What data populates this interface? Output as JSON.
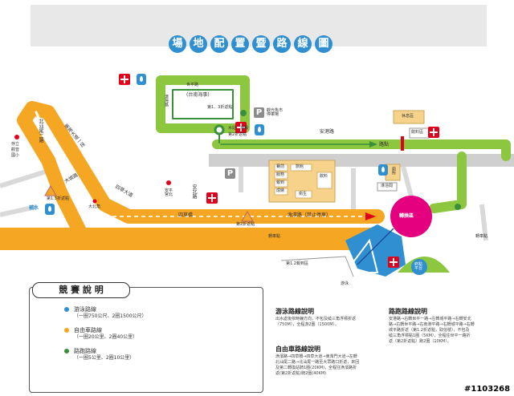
{
  "title": "場地配置暨路線圖",
  "title_chars": [
    "場",
    "地",
    "配",
    "置",
    "暨",
    "路",
    "線",
    "圖"
  ],
  "colors": {
    "swim": "#2f8fd0",
    "bike": "#f5a623",
    "run": "#8dc63f",
    "run_dark": "#3a8f3a",
    "medical": "#e2001a",
    "transition": "#e4007f"
  },
  "places": {
    "swim_loop_top": "世平路",
    "swim_loop_inner": "(台南海事)",
    "swim_loop_left": "港灣路",
    "swim_turn": "第1、3折返點",
    "aid_station": "觀光魚市\n停車場",
    "turn2": "第2折返點",
    "water_sea": "水站、海鳴",
    "an_gang_road": "安港路",
    "turnaround_point": "路點",
    "rest_area": "休息區",
    "water_station_right": "飲料區",
    "toilet": "廁所",
    "shower": "淋浴間",
    "bei_shan": "北汕尾二路",
    "east_road": "東灣大道一段",
    "coastal_road": "四草大道",
    "turn13": "第1.3折返點",
    "water_supply": "補水",
    "dapo_road": "大坡路",
    "da_bei_kou": "大北角",
    "water_exit": "安平\n宮北",
    "an_bei_road": "安北路",
    "si_cao_bridge": "四草橋",
    "yu_fang_road": "漁濱路（禁止停車）",
    "transition": "轉換區",
    "turn2_km": "第2折返點",
    "parking_label": "轉車點",
    "parking_label2": "轉車點",
    "turn_bottom": "第1.2報到區",
    "swim_area": "游泳",
    "start_label": "終點\n平台",
    "small_road": "存立\n觀音\n國小",
    "box_items": [
      "賽前",
      "服務",
      "報到",
      "成績",
      "旅館",
      "飲料",
      "衛生",
      "醫療",
      "補給",
      "暫停"
    ]
  },
  "legend": {
    "title": "競 賽 說 明",
    "items": [
      {
        "name": "游泳路線",
        "desc": "（一圈750公尺、2圈1500公尺）"
      },
      {
        "name": "自由車路線",
        "desc": "（一圈20公里、2圈40公里）"
      },
      {
        "name": "路跑路線",
        "desc": "（一圈5公里、2圈10公里）"
      }
    ]
  },
  "swim_info": {
    "title": "游泳路線說明",
    "body": "出水處後依時鐘方向，不包及繞三角浮標折返\n（750M），全程游2圈（1500M）。"
  },
  "bike_info": {
    "title": "自由車路線說明",
    "body": "漁濱路→四草橋→四草大道→東灣門大道→左轉\n北汕尾二路→北汕尾一路至大眾路口折返，來回\n及第二轉換站騎1圈(20KM)，全程往漁濱路折\n返(第2折返點)騎2圈(40KM)"
  },
  "run_info": {
    "title": "路跑路線說明",
    "body": "安港路→右轉世平一路→左轉城平路→右轉安北\n路→右轉世平路→右南港平路→右轉城平路→右轉\n城平路折返（第1.2折返點，取信號），不包及\n繞三角浮標點1圈（5KM），全程往世平一路折\n返（第2折返點）跑2圈（10KM）。"
  },
  "watermark": "#1103268"
}
